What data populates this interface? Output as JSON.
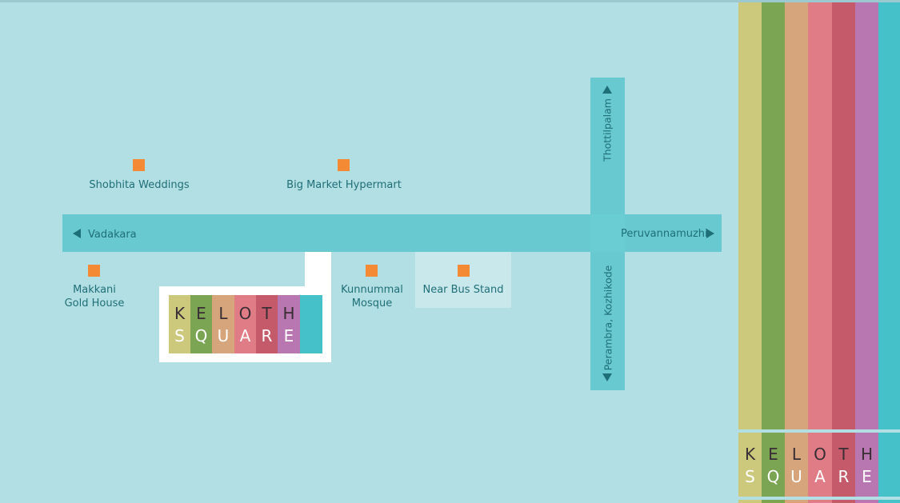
{
  "brand": {
    "line1": [
      "K",
      "E",
      "L",
      "O",
      "T",
      "H"
    ],
    "line2": [
      "S",
      "Q",
      "U",
      "A",
      "R",
      "E"
    ],
    "colors": [
      "#ccc97d",
      "#7ba553",
      "#d6a57b",
      "#e07c86",
      "#c55a6a",
      "#b877b1",
      "#45c2c9"
    ]
  },
  "roads": {
    "west": "Vadakara",
    "east": "Peruvannamuzhi",
    "north": "Thottilpalam",
    "south": "Perambra, Kozhikode"
  },
  "landmarks": [
    {
      "name": "Shobhita Weddings"
    },
    {
      "name": "Big Market Hypermart"
    },
    {
      "name": "Makkani\nGold House"
    },
    {
      "name": "Kunnummal\nMosque"
    },
    {
      "name": "Near Bus Stand"
    }
  ],
  "accent": "#f58a34"
}
